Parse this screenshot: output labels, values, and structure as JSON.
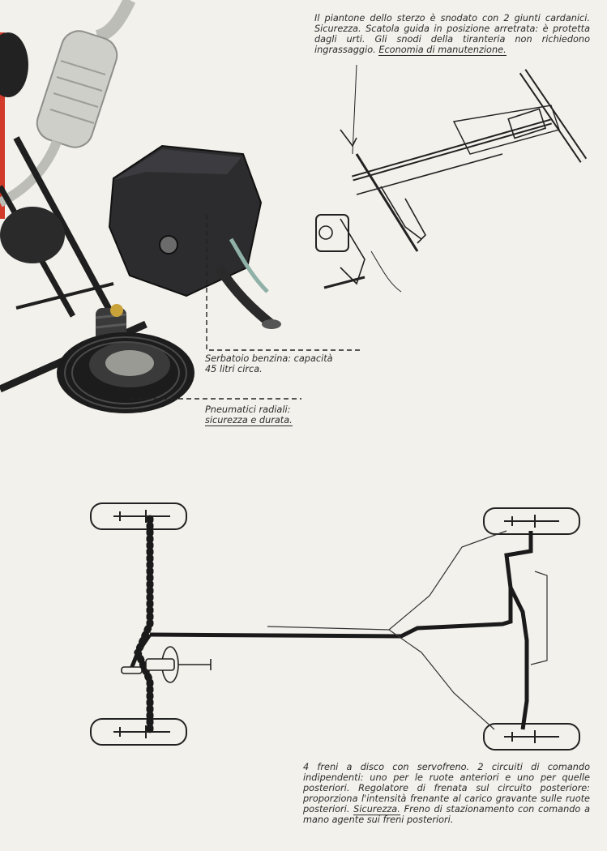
{
  "captions": {
    "steering": {
      "text_a": "Il piantone dello sterzo è snodato con 2 giunti cardanici. Sicurezza. Scatola guida in posizione arretrata: è protetta dagli urti. Gli snodi della tiranteria non richiedono ingrassaggio. ",
      "underlined": "Economia di manutenzione."
    },
    "tank": {
      "line1": "Serbatoio benzina: capacità",
      "line2": "45 litri circa."
    },
    "tyres": {
      "line1": "Pneumatici radiali:",
      "underlined": "sicurezza e durata."
    },
    "brakes": {
      "text_a": "4 freni a disco con servofreno. 2 circuiti di comando indipendenti: uno per le ruote anteriori e uno per quelle posteriori. Regolatore di frenata sul circuito posteriore: proporziona l'intensità frenante al carico gravante sulle ruote posteriori. ",
      "underlined": "Sicurezza.",
      "text_b": " Freno di stazionamento con comando a mano agente sui freni posteriori."
    }
  },
  "colors": {
    "paper": "#f3f1ec",
    "ink": "#222222",
    "tank_body": "#2c2c2e",
    "exhaust": "#c9c9c4"
  }
}
